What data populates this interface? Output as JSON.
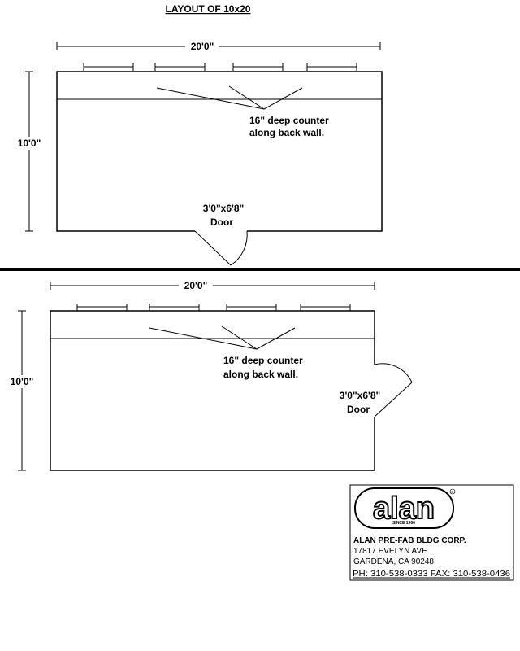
{
  "title": "LAYOUT OF 10x20",
  "layouts": [
    {
      "width_label": "20'0\"",
      "depth_label": "10'0\"",
      "counter_label_line1": "16\" deep counter",
      "counter_label_line2": "along back wall.",
      "door_label_line1": "3'0\"x6'8\"",
      "door_label_line2": "Door",
      "door_position": "front wall"
    },
    {
      "width_label": "20'0\"",
      "depth_label": "10'0\"",
      "counter_label_line1": "16\" deep counter",
      "counter_label_line2": "along back wall.",
      "door_label_line1": "3'0\"x6'8\"",
      "door_label_line2": "Door",
      "door_position": "side wall"
    }
  ],
  "title_block": {
    "logo_text": "alan",
    "logo_since": "SINCE 1966",
    "company": "ALAN PRE-FAB BLDG CORP.",
    "address1": "17817 EVELYN AVE.",
    "address2": "GARDENA, CA 90248",
    "contact": "PH: 310-538-0333  FAX: 310-538-0436"
  }
}
